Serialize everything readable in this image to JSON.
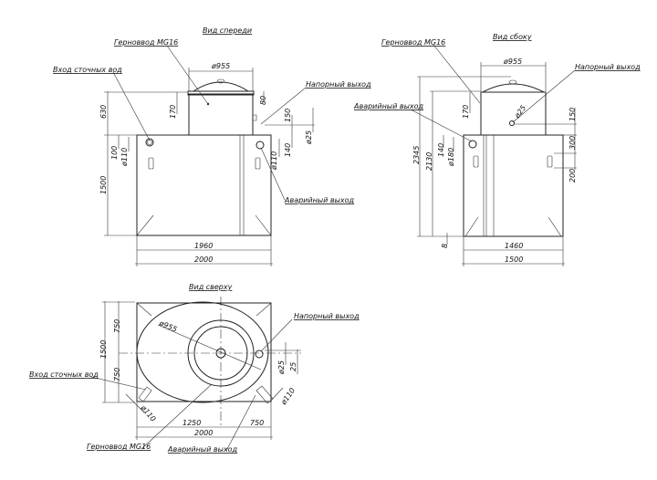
{
  "views": {
    "front": {
      "title": "Вид спереди",
      "labels": {
        "hermetic_input": "Герноввод MG16",
        "sewage_inlet": "Вход сточных вод",
        "pressure_outlet": "Напорный выход",
        "emergency_outlet": "Аварийный выход"
      },
      "dims": {
        "manhole_dia": "ø955",
        "h630": "630",
        "h1500": "1500",
        "h170": "170",
        "h80": "80",
        "h150": "150",
        "d25": "ø25",
        "h100": "100",
        "d110_left": "ø110",
        "h140": "140",
        "d110_right": "ø110",
        "w1960": "1960",
        "w2000": "2000"
      }
    },
    "side": {
      "title": "Вид сбоку",
      "labels": {
        "hermetic_input": "Герноввод MG16",
        "pressure_outlet": "Напорный выход",
        "emergency_outlet": "Аварийный выход"
      },
      "dims": {
        "manhole_dia": "ø955",
        "d25": "ø25",
        "h170": "170",
        "h150": "150",
        "h300": "300",
        "h200": "200",
        "h2345": "2345",
        "h2130": "2130",
        "h140": "140",
        "d180": "ø180",
        "h8": "8",
        "w1460": "1460",
        "w1500": "1500"
      }
    },
    "top": {
      "title": "Вид сверху",
      "labels": {
        "hermetic_input": "Герноввод MG16",
        "sewage_inlet": "Вход сточных вод",
        "pressure_outlet": "Напорный выход",
        "emergency_outlet": "Аварийный выход"
      },
      "dims": {
        "manhole_dia": "ø955",
        "h1500": "1500",
        "h750a": "750",
        "h750b": "750",
        "d25": "ø25",
        "h25": "25",
        "d110_right": "ø110",
        "d110_left": "ø110",
        "w1250": "1250",
        "w750": "750",
        "w2000": "2000"
      }
    }
  }
}
